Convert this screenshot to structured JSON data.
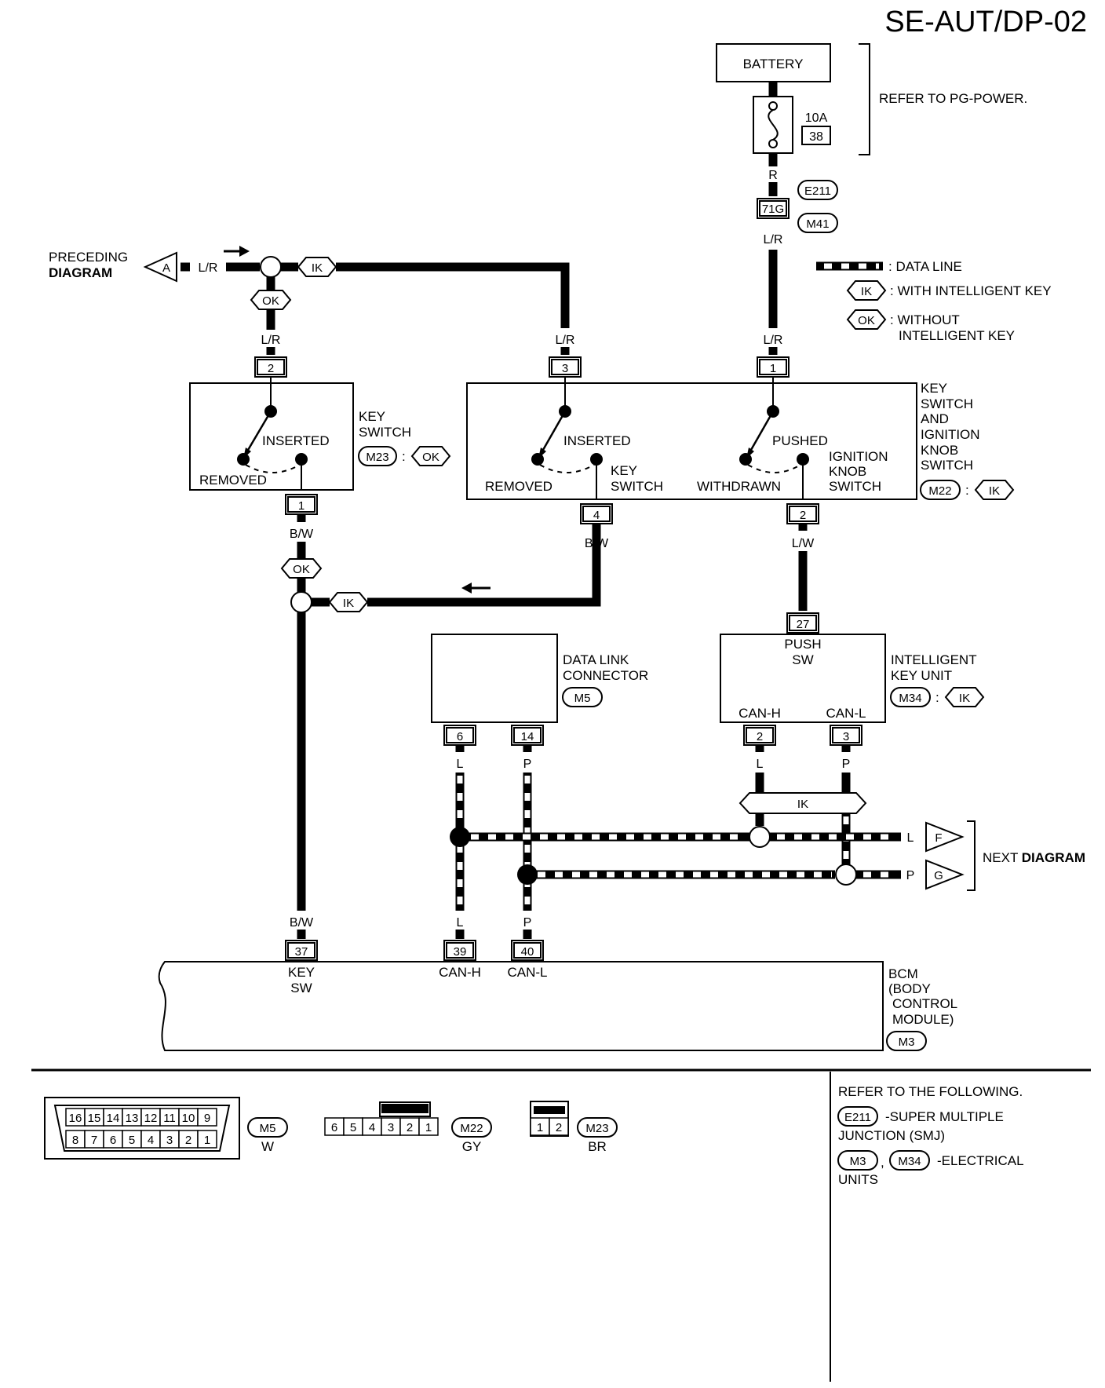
{
  "title": "SE-AUT/DP-02",
  "battery": {
    "label": "BATTERY",
    "fuse_rating": "10A",
    "fuse_no": "38",
    "refer": "REFER TO PG-POWER."
  },
  "wires": {
    "r": "R",
    "lr": "L/R",
    "bw": "B/W",
    "lw": "L/W",
    "l": "L",
    "p": "P"
  },
  "connectors": {
    "e211": "E211",
    "m41": "M41",
    "c71g": "71G",
    "m23": "M23",
    "m22": "M22",
    "m34": "M34",
    "m5": "M5",
    "m3": "M3"
  },
  "tags": {
    "ik": "IK",
    "ok": "OK",
    "a": "A",
    "f": "F",
    "g": "G",
    "colon": ":"
  },
  "preceding": {
    "line1": "PRECEDING",
    "line2": "DIAGRAM"
  },
  "next": {
    "pre": "NEXT ",
    "bold": "DIAGRAM"
  },
  "legend": {
    "data_line": ": DATA LINE",
    "with_ik": ": WITH INTELLIGENT KEY",
    "without1": ": WITHOUT",
    "without2": "INTELLIGENT KEY"
  },
  "pins": {
    "p2": "2",
    "p3": "3",
    "p1": "1",
    "p1b": "1",
    "p4": "4",
    "p2b": "2",
    "p27": "27",
    "p6": "6",
    "p14": "14",
    "p2c": "2",
    "p3c": "3",
    "p37": "37",
    "p39": "39",
    "p40": "40"
  },
  "key_switch": {
    "inserted": "INSERTED",
    "removed": "REMOVED",
    "name1": "KEY",
    "name2": "SWITCH"
  },
  "combo_switch": {
    "inserted": "INSERTED",
    "removed": "REMOVED",
    "key1": "KEY",
    "key2": "SWITCH",
    "pushed": "PUSHED",
    "withdrawn": "WITHDRAWN",
    "ign1": "IGNITION",
    "ign2": "KNOB",
    "ign3": "SWITCH",
    "name1": "KEY",
    "name2": "SWITCH",
    "name3": "AND",
    "name4": "IGNITION",
    "name5": "KNOB",
    "name6": "SWITCH"
  },
  "dlc": {
    "name1": "DATA LINK",
    "name2": "CONNECTOR"
  },
  "iku": {
    "push1": "PUSH",
    "push2": "SW",
    "canh": "CAN-H",
    "canl": "CAN-L",
    "name1": "INTELLIGENT",
    "name2": "KEY UNIT"
  },
  "bcm": {
    "keysw1": "KEY",
    "keysw2": "SW",
    "canh": "CAN-H",
    "canl": "CAN-L",
    "name1": "BCM",
    "name2": "(BODY",
    "name3": "CONTROL",
    "name4": "MODULE)"
  },
  "connector_views": {
    "m5_top": [
      "16",
      "15",
      "14",
      "13",
      "12",
      "11",
      "10",
      "9"
    ],
    "m5_bottom": [
      "8",
      "7",
      "6",
      "5",
      "4",
      "3",
      "2",
      "1"
    ],
    "m5_color": "W",
    "m22_pins": [
      "6",
      "5",
      "4",
      "3",
      "2",
      "1"
    ],
    "m22_color": "GY",
    "m23_pins": [
      "1",
      "2"
    ],
    "m23_color": "BR"
  },
  "refer": {
    "heading": "REFER TO THE FOLLOWING.",
    "smj1": "-SUPER MULTIPLE",
    "smj2": "JUNCTION (SMJ)",
    "comma": ",",
    "eu1": "-ELECTRICAL",
    "eu2": "UNITS"
  }
}
